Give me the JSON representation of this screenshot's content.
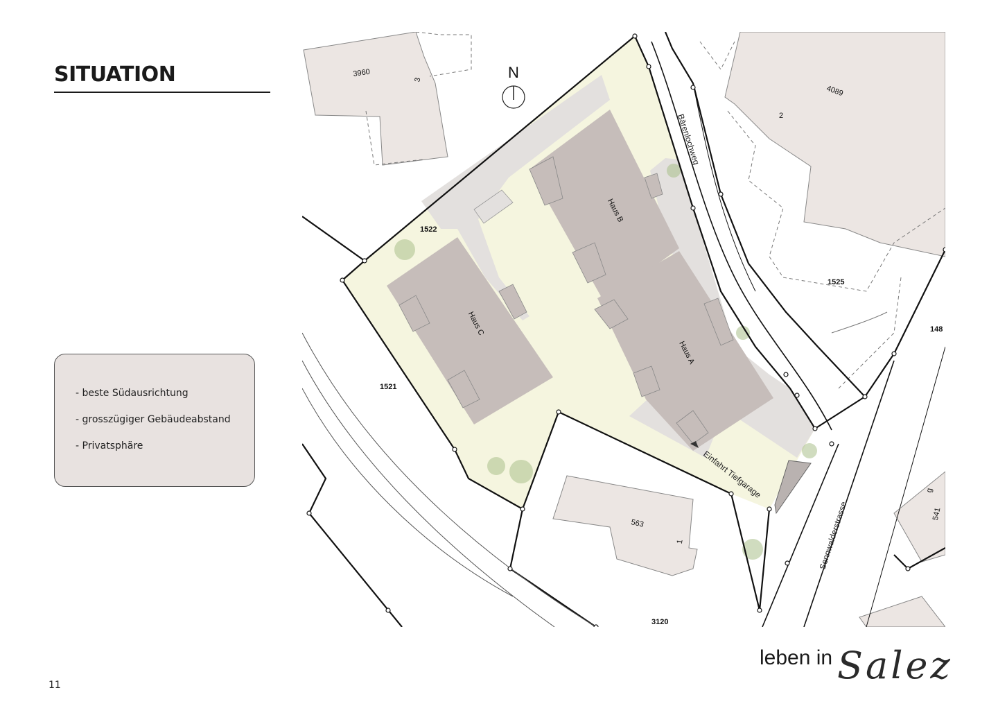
{
  "header": {
    "title": "SITUATION"
  },
  "features": {
    "items": [
      "- beste Südausrichtung",
      "- grosszügiger Gebäudeabstand",
      "- Privatsphäre"
    ]
  },
  "footer": {
    "page_number": "11",
    "brand_prefix": "leben in",
    "brand_name": "Salez"
  },
  "map": {
    "north_label": "N",
    "houses": [
      "Haus A",
      "Haus B",
      "Haus C"
    ],
    "parcels": [
      "1522",
      "1521",
      "3120",
      "1525",
      "148"
    ],
    "building_numbers": [
      "3960",
      "3",
      "4089",
      "2",
      "563",
      "1",
      "g",
      "541"
    ],
    "streets": [
      "Bärenlochweg",
      "Sennwalderstrasse"
    ],
    "garage_label": "Einfahrt Tiefgarage",
    "colors": {
      "plot_fill": "#f5f5df",
      "building_new": "#c6bdba",
      "building_existing": "#ece6e3",
      "path_fill": "#e3e0de",
      "boundary": "#111111",
      "tree": "#a9c08a"
    }
  }
}
